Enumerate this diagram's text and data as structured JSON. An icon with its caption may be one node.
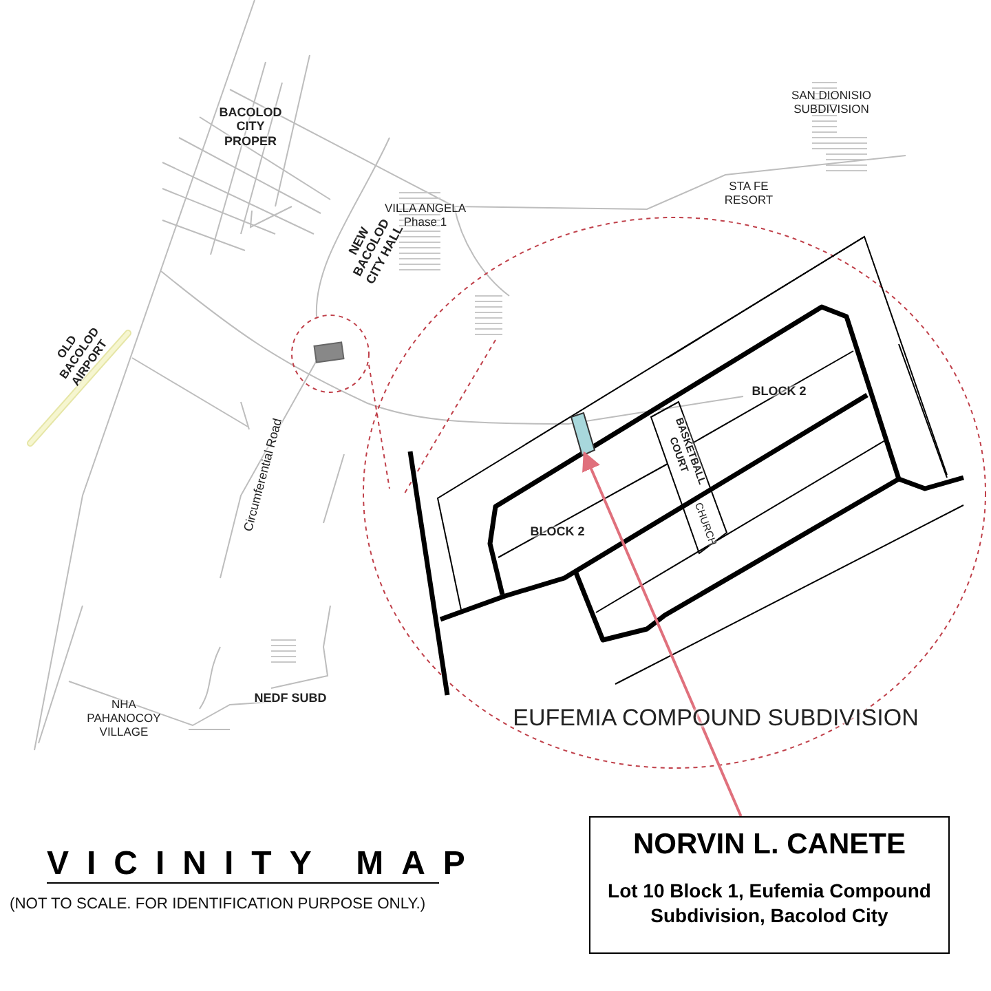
{
  "diagram": {
    "title": "VICINITY MAP",
    "caption": "(NOT TO SCALE. FOR IDENTIFICATION PURPOSE ONLY.)",
    "nodes": [
      {
        "text": [
          "NORVIN L. CANETE",
          "Lot 10 Block 1, Eufemia Compound Subdivision, Bacolod City"
        ]
      },
      {
        "text": [],
        "shape": "box"
      }
    ],
    "edges": [
      {
        "from": 0,
        "to": 1,
        "arrow": "to"
      }
    ],
    "labels": [
      "SAN DIONISIO SUBDIVISION",
      "BACOLOD CITY PROPER",
      "STA FE RESORT",
      "VILLA ANGELA Phase 1",
      "NEW BACOLOD CITY HALL",
      "OLD BACOLOD AIRPORT",
      "BLOCK 2",
      "BASKETBALL COURT",
      "BLOCK 2",
      "CHURCH",
      "Circumferential Road",
      "NHA PAHANOCOY VILLAGE",
      "NEDF SUBD",
      "EUFEMIA COMPOUND SUBDIVISION"
    ]
  }
}
